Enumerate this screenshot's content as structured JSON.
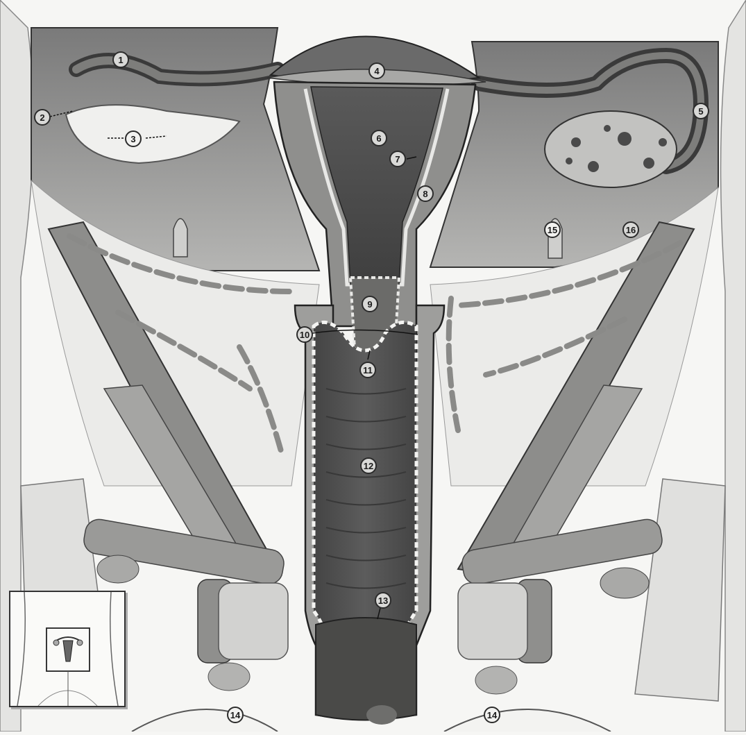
{
  "figure": {
    "labels": [
      {
        "id": "label-1",
        "text": "1"
      },
      {
        "id": "label-2",
        "text": "2"
      },
      {
        "id": "label-3",
        "text": "3"
      },
      {
        "id": "label-4",
        "text": "4"
      },
      {
        "id": "label-5",
        "text": "5"
      },
      {
        "id": "label-6",
        "text": "6"
      },
      {
        "id": "label-7",
        "text": "7"
      },
      {
        "id": "label-8",
        "text": "8"
      },
      {
        "id": "label-9",
        "text": "9"
      },
      {
        "id": "label-10",
        "text": "10"
      },
      {
        "id": "label-11",
        "text": "11"
      },
      {
        "id": "label-12",
        "text": "12"
      },
      {
        "id": "label-13",
        "text": "13"
      },
      {
        "id": "label-14a",
        "text": "14"
      },
      {
        "id": "label-14b",
        "text": "14"
      },
      {
        "id": "label-15",
        "text": "15"
      },
      {
        "id": "label-16",
        "text": "16"
      }
    ]
  },
  "colors": {
    "background": "#f6f6f4",
    "tissue_dark": "#6f6f6f",
    "tissue_mid": "#9c9c9c",
    "tissue_light": "#c9c9c7",
    "cavity": "#4a4a4a",
    "outline": "#2b2b2b"
  }
}
